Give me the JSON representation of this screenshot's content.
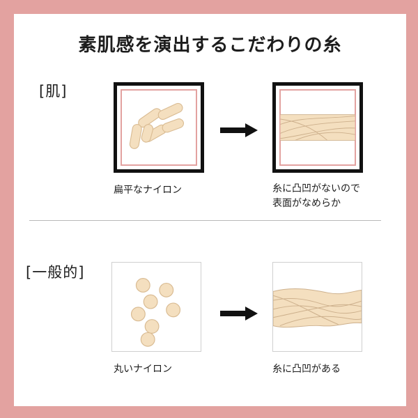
{
  "title": "素肌感を演出するこだわりの糸",
  "sections": {
    "skin": {
      "label": "[肌]",
      "before_caption": "扁平なナイロン",
      "after_caption_line1": "糸に凸凹がないので",
      "after_caption_line2": "表面がなめらか"
    },
    "general": {
      "label": "[一般的]",
      "before_caption": "丸いナイロン",
      "after_caption": "糸に凸凹がある"
    }
  },
  "icons": {
    "arrow": "right-arrow-icon"
  },
  "colors": {
    "background_frame": "#e3a2a0",
    "fiber_fill": "#f4dfbf",
    "fiber_stroke": "#d9bb92",
    "arrow": "#111111"
  }
}
